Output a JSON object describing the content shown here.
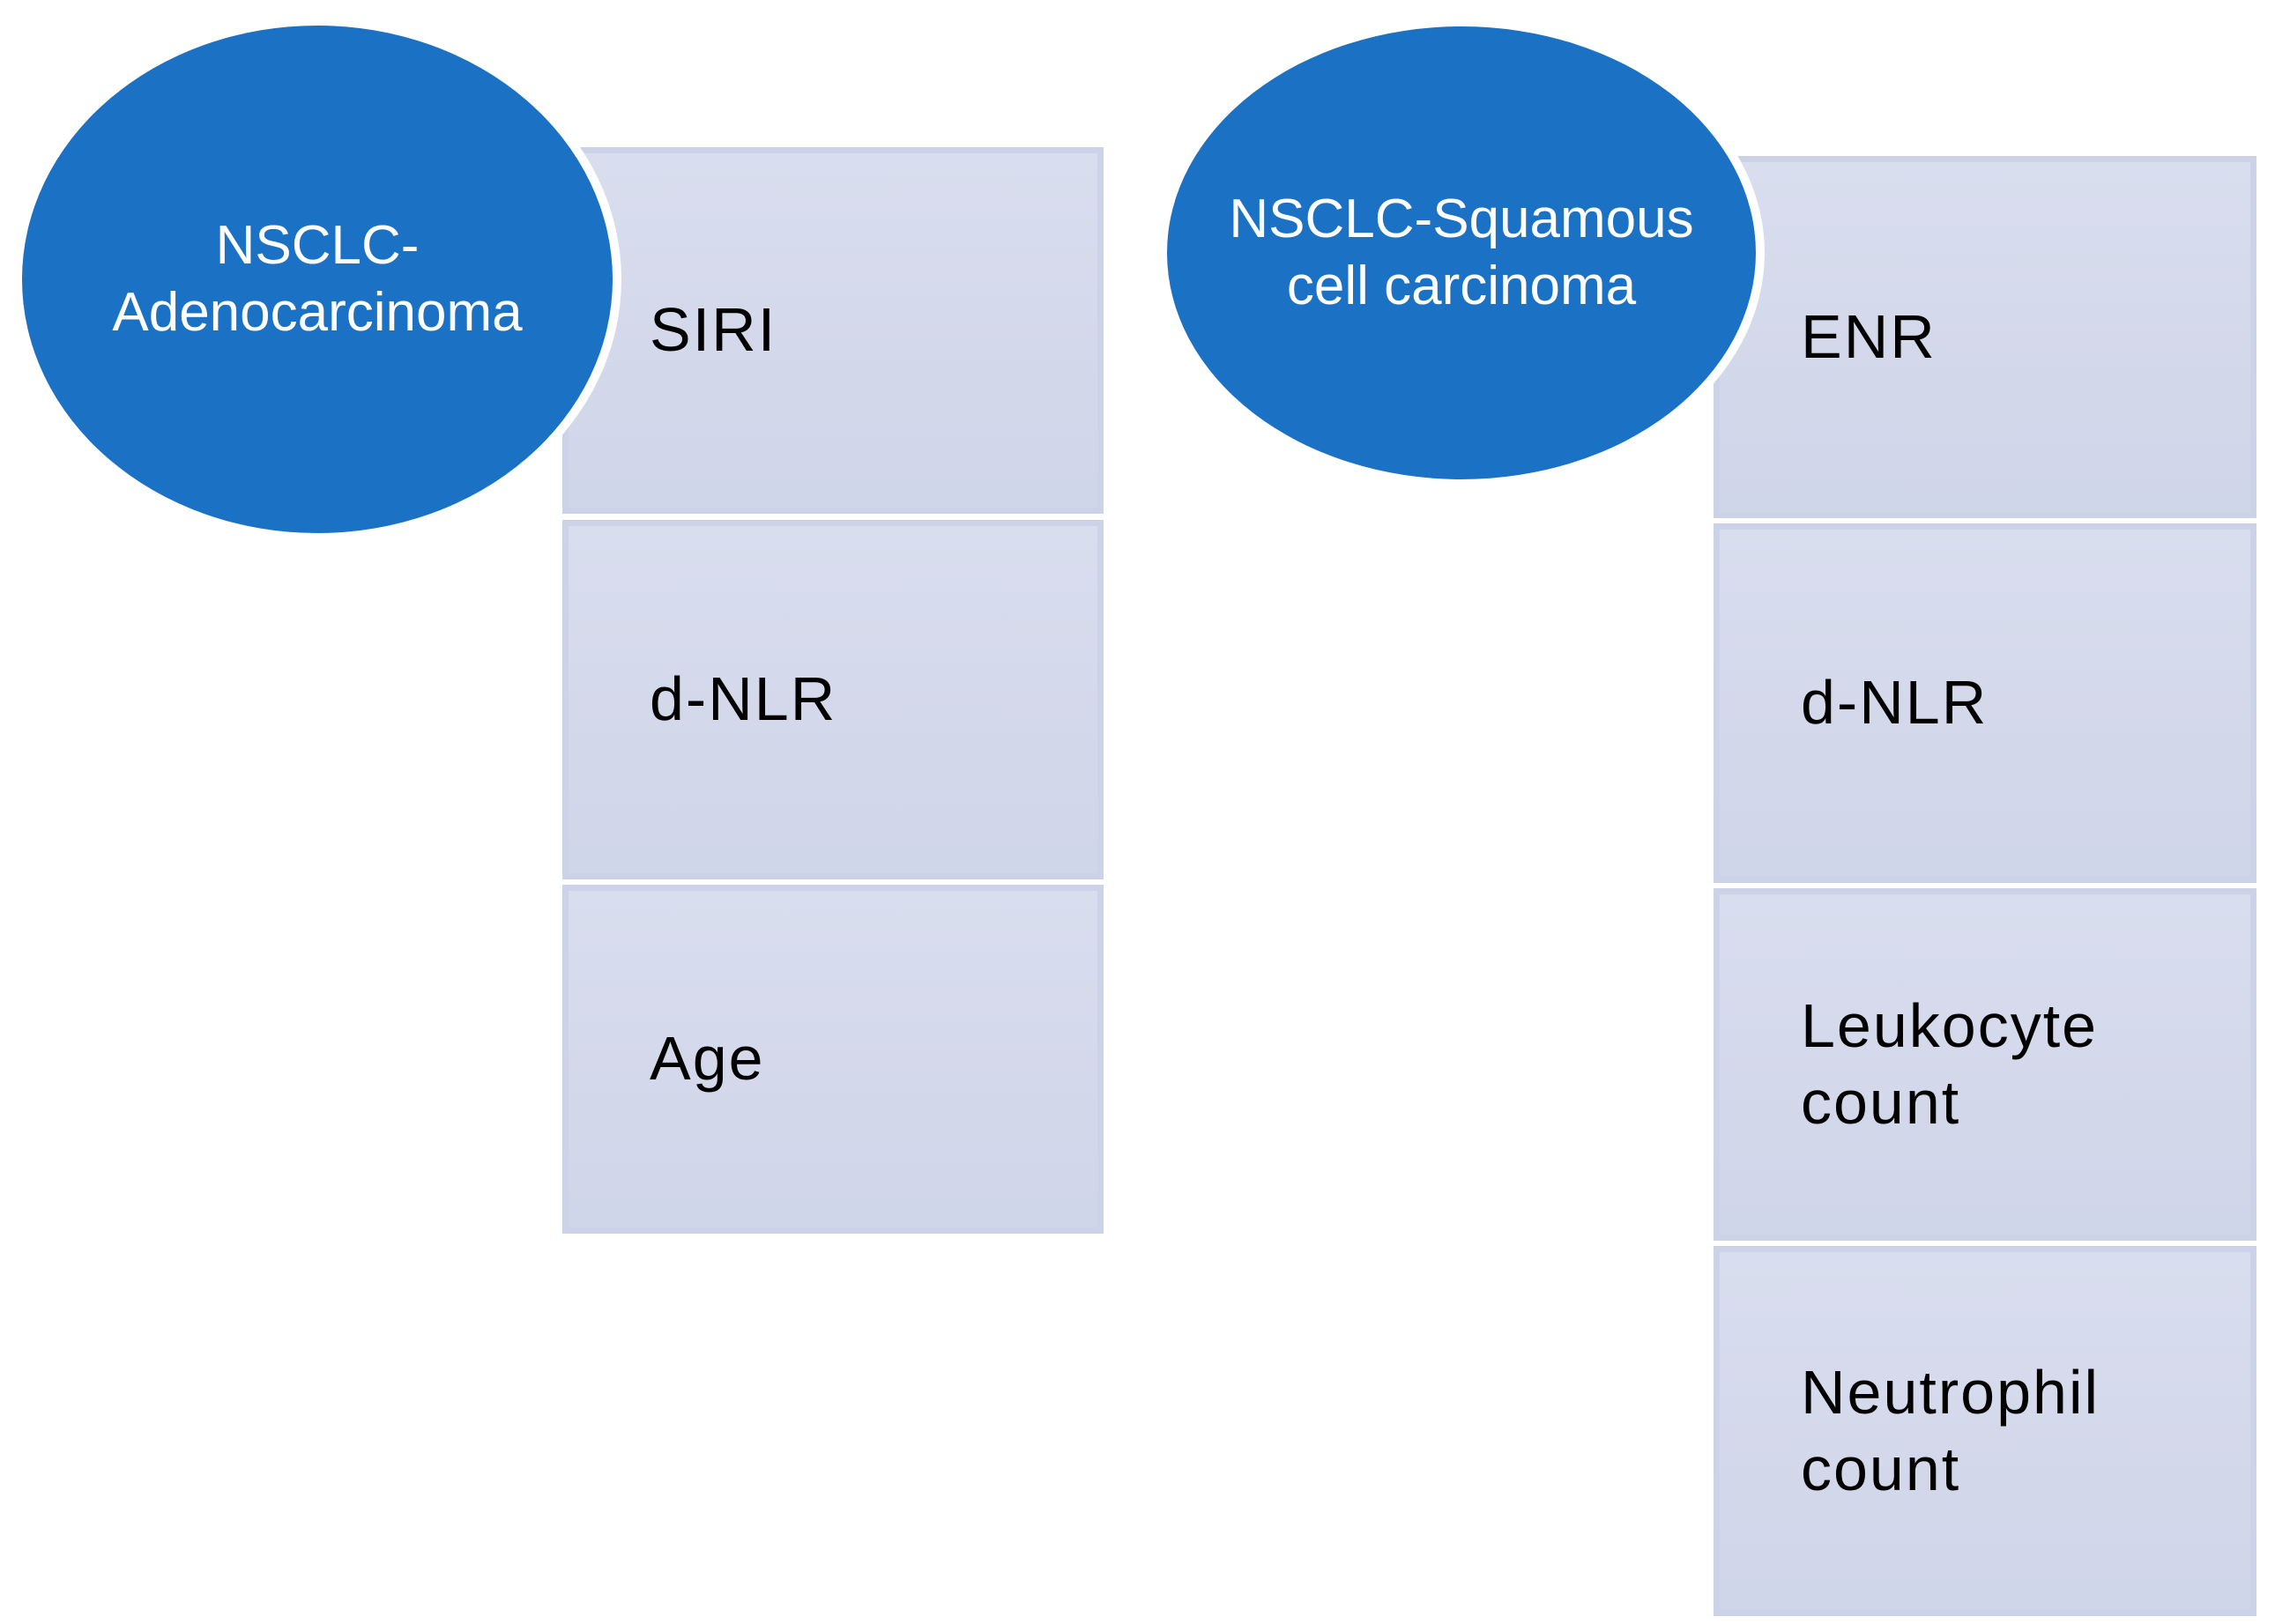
{
  "colors": {
    "ellipse_fill": "#1b72c4",
    "ellipse_border": "#ffffff",
    "ellipse_text": "#ffffff",
    "box_fill": "#d3d8ea",
    "box_border": "#ccd3e8",
    "box_text": "#000000",
    "background": "#ffffff"
  },
  "left_group": {
    "ellipse_label": "NSCLC-\nAdenocarcinoma",
    "items": [
      "SIRI",
      "d-NLR",
      "Age"
    ]
  },
  "right_group": {
    "ellipse_label": "NSCLC-Squamous\ncell carcinoma",
    "items": [
      "ENR",
      "d-NLR",
      "Leukocyte\ncount",
      "Neutrophil\ncount"
    ]
  }
}
